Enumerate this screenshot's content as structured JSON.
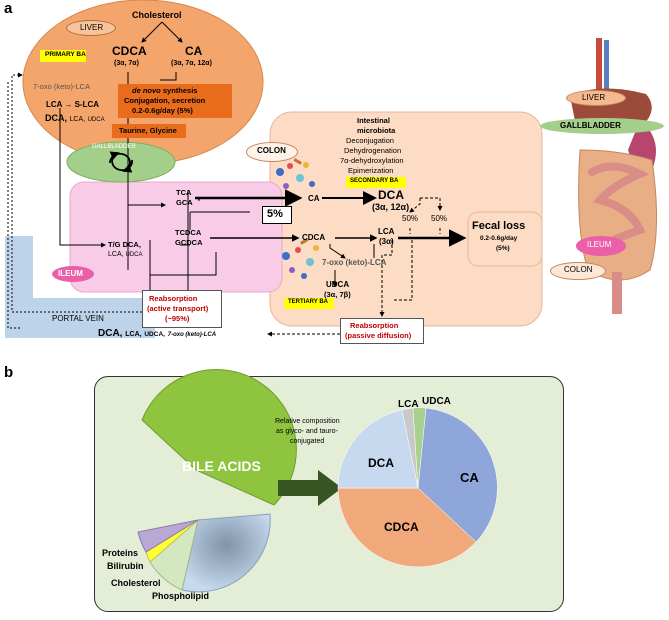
{
  "panel_a": {
    "letter": "a",
    "cholesterol": "Cholesterol",
    "liver_tag": "LIVER",
    "primary_ba_tag": "PRIMARY BA",
    "cdca": {
      "name": "CDCA",
      "sub": "(3α, 7α)"
    },
    "ca": {
      "name": "CA",
      "sub": "(3α, 7α, 12α)"
    },
    "oxo_lca_liver": "7-oxo (keto)-LCA",
    "lca_s_lca": "LCA  → S-LCA",
    "dca_line": {
      "dca": "DCA,",
      "lca": "LCA,",
      "udca": "UDCA"
    },
    "synthesis_box": {
      "line1_italic": "de novo",
      "line1_rest": " synthesis",
      "line2": "Conjugation, secretion",
      "line3": "0.2-0.6g/day (5%)"
    },
    "taurine_glycine": "Taurine, Glycine",
    "gallbladder_tag": "GALLBLADDER",
    "tca": "TCA",
    "gca": "GCA",
    "tcdca": "TCDCA",
    "gcdca": "GCDCA",
    "tg_dca": "T/G DCA,",
    "lca_udca": {
      "lca": "LCA,",
      "udca": "UDCA"
    },
    "ileum_tag": "ILEUM",
    "portal_vein": "PORTAL VEIN",
    "reabsorption_active": {
      "l1": "Reabsorption",
      "l2": "(active transport)",
      "l3": "(~95%)"
    },
    "bottom_line": {
      "dca": "DCA,",
      "lca": "LCA,",
      "udca": "UDCA,",
      "oxo": "7-oxo (keto)-LCA"
    },
    "five_percent": "5%",
    "colon_tag": "COLON",
    "microbiota": {
      "title1": "Intestinal",
      "title2": "microbiota",
      "items": [
        "Deconjugation",
        "Dehydrogenation",
        "7α-dehydroxylation",
        "Epimerization"
      ]
    },
    "secondary_ba_tag": "SECONDARY BA",
    "ca_colon": "CA",
    "dca_colon": {
      "name": "DCA",
      "sub": "(3α, 12α)"
    },
    "pct_50_a": "50%",
    "pct_50_b": "50%",
    "cdca_colon": "CDCA",
    "lca_colon": {
      "name": "LCA",
      "sub": "(3α)"
    },
    "oxo_lca_colon": "7-oxo (keto)-LCA",
    "udca_colon": {
      "name": "UDCA",
      "sub": "(3α, 7β)"
    },
    "tertiary_ba_tag": "TERTIARY BA",
    "reabsorption_passive": {
      "l1": "Reabsorption",
      "l2": "(passive diffusion)"
    },
    "fecal_loss": {
      "title": "Fecal loss",
      "l1": "0.2-0.6g/day",
      "l2": "(5%)"
    },
    "anatomy": {
      "liver": "LIVER",
      "gallbladder": "GALLBLADDER",
      "ileum": "ILEUM",
      "colon": "COLON"
    }
  },
  "panel_b": {
    "letter": "b",
    "arrow_caption": [
      "Relative composition",
      "as glyco- and tauro-",
      "conjugated"
    ],
    "left_pie_main_label": "BILE ACIDS",
    "left_pie_labels": [
      "Proteins",
      "Bilirubin",
      "Cholesterol",
      "Phospholipid"
    ],
    "right_pie_labels": {
      "ca": "CA",
      "cdca": "CDCA",
      "dca": "DCA",
      "lca": "LCA",
      "udca": "UDCA"
    },
    "colors": {
      "ca": "#8ea6d9",
      "cdca": "#f1a97c",
      "dca": "#c6d9ef",
      "lca": "#c9c9c9",
      "udca": "#a9d18e",
      "bile_acids": "#8fc43e",
      "panel_bg": "#e4eed6"
    }
  }
}
